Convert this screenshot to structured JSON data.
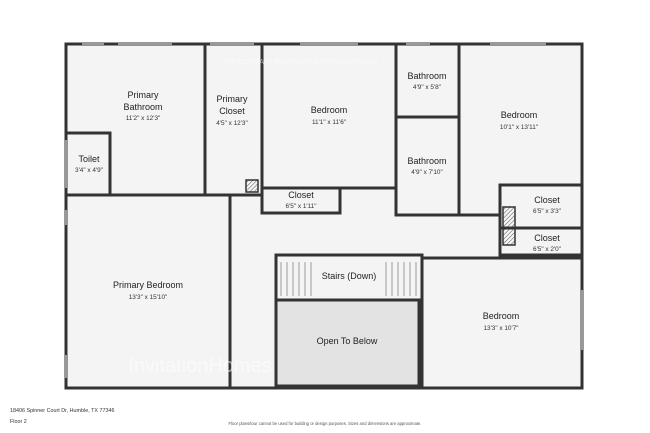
{
  "rooms": {
    "primary_bathroom": {
      "name_line1": "Primary",
      "name_line2": "Bathroom",
      "dims": "11'2\" x 12'3\""
    },
    "primary_closet": {
      "name_line1": "Primary",
      "name_line2": "Closet",
      "dims": "4'5\" x 12'3\""
    },
    "bedroom_center": {
      "name": "Bedroom",
      "dims": "11'1\" x 11'6\""
    },
    "bathroom_top": {
      "name": "Bathroom",
      "dims": "4'9\" x 5'8\""
    },
    "bathroom_mid": {
      "name": "Bathroom",
      "dims": "4'9\" x 7'10\""
    },
    "bedroom_right": {
      "name": "Bedroom",
      "dims": "10'1\" x 13'11\""
    },
    "toilet": {
      "name": "Toilet",
      "dims": "3'4\" x 4'9\""
    },
    "closet_center": {
      "name": "Closet",
      "dims": "6'5\" x 1'11\""
    },
    "closet_right_top": {
      "name": "Closet",
      "dims": "6'5\" x 3'3\""
    },
    "closet_right_bottom": {
      "name": "Closet",
      "dims": "6'5\" x 2'0\""
    },
    "primary_bedroom": {
      "name": "Primary Bedroom",
      "dims": "13'3\" x 15'10\""
    },
    "stairs": {
      "name": "Stairs (Down)"
    },
    "open_to_below": {
      "name": "Open To Below"
    },
    "bedroom_bottom_right": {
      "name": "Bedroom",
      "dims": "13'3\" x 10'7\""
    }
  },
  "watermarks": {
    "top": "APPROXIMATE PROPERTY REPRESENTATION",
    "bottom": "InvitationHomes"
  },
  "footer": {
    "address": "18406 Spinner Court Dr, Humble, TX 77346",
    "floor": "Floor 2",
    "disclaimer": "Floor plans/tour cannot be used for building or design purposes. Sizes and dimensions are approximate."
  },
  "colors": {
    "wall": "#333333",
    "floor": "#f4f4f4",
    "open_to_below": "#e3e3e3",
    "page": "#ffffff"
  }
}
